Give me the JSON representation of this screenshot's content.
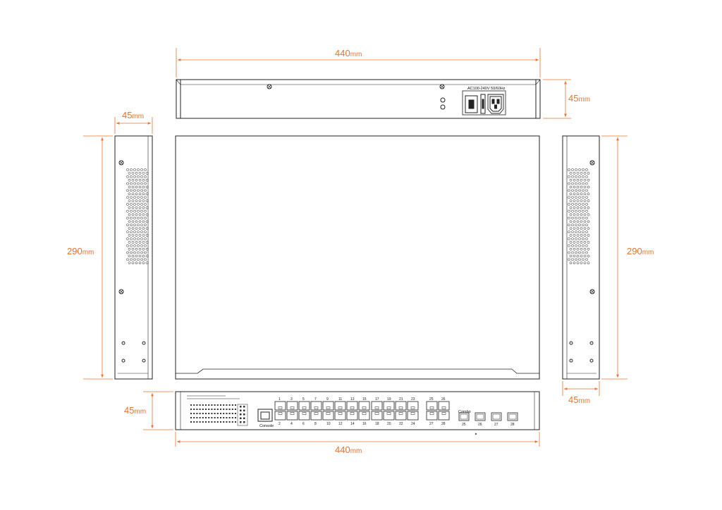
{
  "dimensions": {
    "top_width": {
      "value": "440",
      "unit": "mm"
    },
    "rear_height": {
      "value": "45",
      "unit": "mm"
    },
    "left_depth_width": {
      "value": "45",
      "unit": "mm"
    },
    "left_depth": {
      "value": "290",
      "unit": "mm"
    },
    "right_depth": {
      "value": "290",
      "unit": "mm"
    },
    "right_depth_width": {
      "value": "45",
      "unit": "mm"
    },
    "front_height": {
      "value": "45",
      "unit": "mm"
    },
    "bottom_width": {
      "value": "440",
      "unit": "mm"
    }
  },
  "rear_panel": {
    "power_label": "AC100-240V 50/60Hz"
  },
  "front_panel": {
    "console_label": "Console",
    "combo_label": "Combo",
    "port_numbers_top": [
      "1",
      "3",
      "5",
      "7",
      "9",
      "11",
      "13",
      "15",
      "17",
      "19",
      "21",
      "23"
    ],
    "port_numbers_bottom": [
      "2",
      "4",
      "6",
      "8",
      "10",
      "12",
      "14",
      "16",
      "18",
      "20",
      "22",
      "24"
    ],
    "uplink_top": [
      "25",
      "26"
    ],
    "uplink_bottom": [
      "27",
      "28"
    ],
    "sfp_numbers": [
      "25",
      "26",
      "27",
      "28"
    ]
  },
  "colors": {
    "dimension": "#e8742e",
    "line": "#222222"
  }
}
